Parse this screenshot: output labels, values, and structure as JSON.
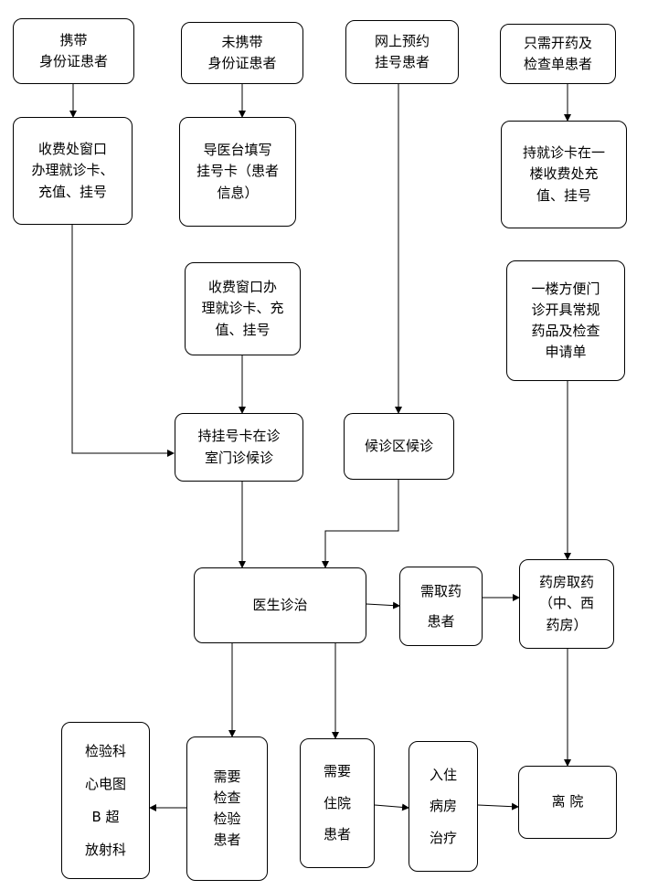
{
  "nodes": {
    "with_id": "携带\n身份证患者",
    "without_id": "未携带\n身份证患者",
    "online": "网上预约\n挂号患者",
    "meds_only": "只需开药及\n检查单患者",
    "cashier_register": "收费处窗口\n办理就诊卡、\n充值、挂号",
    "guide_desk": "导医台填写\n挂号卡（患者\n信息）",
    "card_recharge": "持就诊卡在一\n楼收费处充\n值、挂号",
    "cashier_register_2": "收费窗口办\n理就诊卡、充\n值、挂号",
    "convenience_clinic": "一楼方便门\n诊开具常规\n药品及检查\n申请单",
    "wait_clinic": "持挂号卡在诊\n室门诊候诊",
    "waiting_area": "候诊区候诊",
    "doctor": "医生诊治",
    "need_meds": "需取药\n患者",
    "pharmacy": "药房取药\n（中、西\n药房）",
    "exam_depts": "检验科\n心电图\nB 超\n放射科",
    "need_exam": "需要\n检查\n检验\n患者",
    "need_hospital": "需要\n住院\n患者",
    "ward": "入住\n病房\n治疗",
    "leave": "离  院"
  }
}
